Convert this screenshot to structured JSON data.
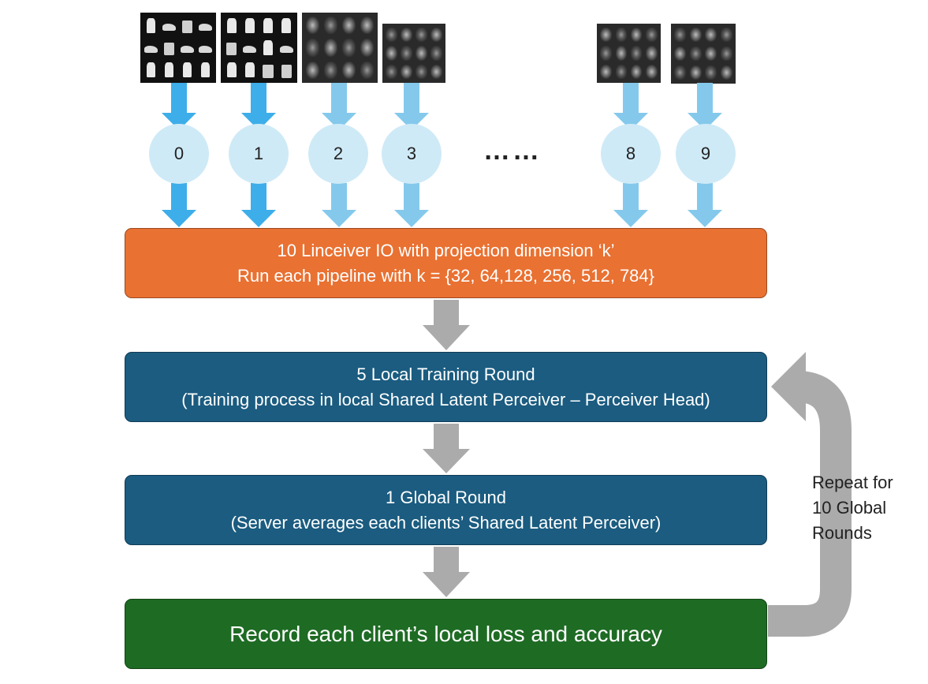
{
  "clients": [
    "0",
    "1",
    "2",
    "3",
    "8",
    "9"
  ],
  "ellipsis": "……",
  "boxes": {
    "linceiver": {
      "line1": "10 Linceiver IO with projection dimension ‘k’",
      "line2": "Run each pipeline with k = {32, 64,128, 256, 512, 784}"
    },
    "local_training": {
      "line1": "5 Local Training Round",
      "line2": "(Training process in local Shared Latent Perceiver – Perceiver Head)"
    },
    "global_round": {
      "line1": "1 Global Round",
      "line2": "(Server averages each clients’ Shared Latent Perceiver)"
    },
    "record": {
      "line1": "Record each client’s local loss and accuracy"
    }
  },
  "repeat_label": [
    "Repeat for",
    "10 Global",
    "Rounds"
  ],
  "colors": {
    "arrow_dark_blue": "#3daee9",
    "arrow_light_blue": "#84c9ec",
    "circle_fill": "#cfeaf7",
    "orange_box": "#e97132",
    "blue_box": "#1b5c80",
    "green_box": "#1e6b24",
    "gray_arrow": "#ababab"
  },
  "images": {
    "fashion_icons": [
      "clothing",
      "shoe",
      "bag"
    ],
    "blurred_icons": [
      "blur",
      "blur2"
    ]
  }
}
